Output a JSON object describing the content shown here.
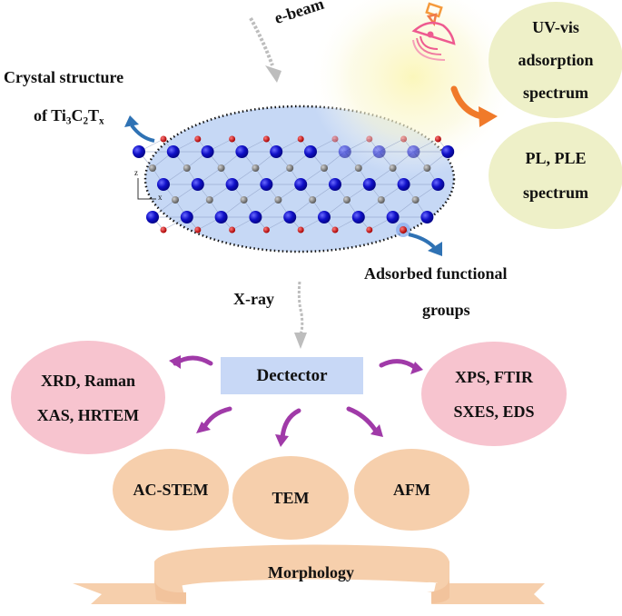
{
  "top": {
    "ebeam_label": "e-beam",
    "crystal_label_line1": "Crystal structure",
    "crystal_label_of": "of ",
    "crystal_formula": {
      "el1": "Ti",
      "n1": "3",
      "el2": "C",
      "n2": "2",
      "el3": "T",
      "n3": "x"
    },
    "axis_z": "z",
    "axis_x": "x",
    "adsorbed_line1": "Adsorbed functional",
    "adsorbed_line2": "groups"
  },
  "right_bubbles": [
    {
      "lines": [
        "UV-vis",
        "adsorption",
        "spectrum"
      ]
    },
    {
      "lines": [
        "PL, PLE",
        "spectrum"
      ]
    }
  ],
  "middle": {
    "xray_label": "X-ray",
    "detector_label": "Dectector"
  },
  "pink_bubbles": [
    {
      "lines": [
        "XRD, Raman",
        "XAS, HRTEM"
      ]
    },
    {
      "lines": [
        "XPS, FTIR",
        "SXES, EDS"
      ]
    }
  ],
  "orange_bubbles": [
    {
      "label": "AC-STEM"
    },
    {
      "label": "TEM"
    },
    {
      "label": "AFM"
    }
  ],
  "ribbon_label": "Morphology",
  "colors": {
    "crystal_bg": "#c6d8f5",
    "ti_atom": "#1414c8",
    "c_atom": "#808080",
    "t_atom": "#d01010",
    "uv_bubble": "#eef0c8",
    "pink_bubble": "#f7c4cf",
    "orange_bubble": "#f6cfac",
    "detector_box": "#c8d8f6",
    "purple_arrow": "#a03aa8",
    "orange_arrow": "#f07a2a",
    "blue_arrow": "#2f72b4",
    "gray_arrow": "#bdbdbd"
  }
}
